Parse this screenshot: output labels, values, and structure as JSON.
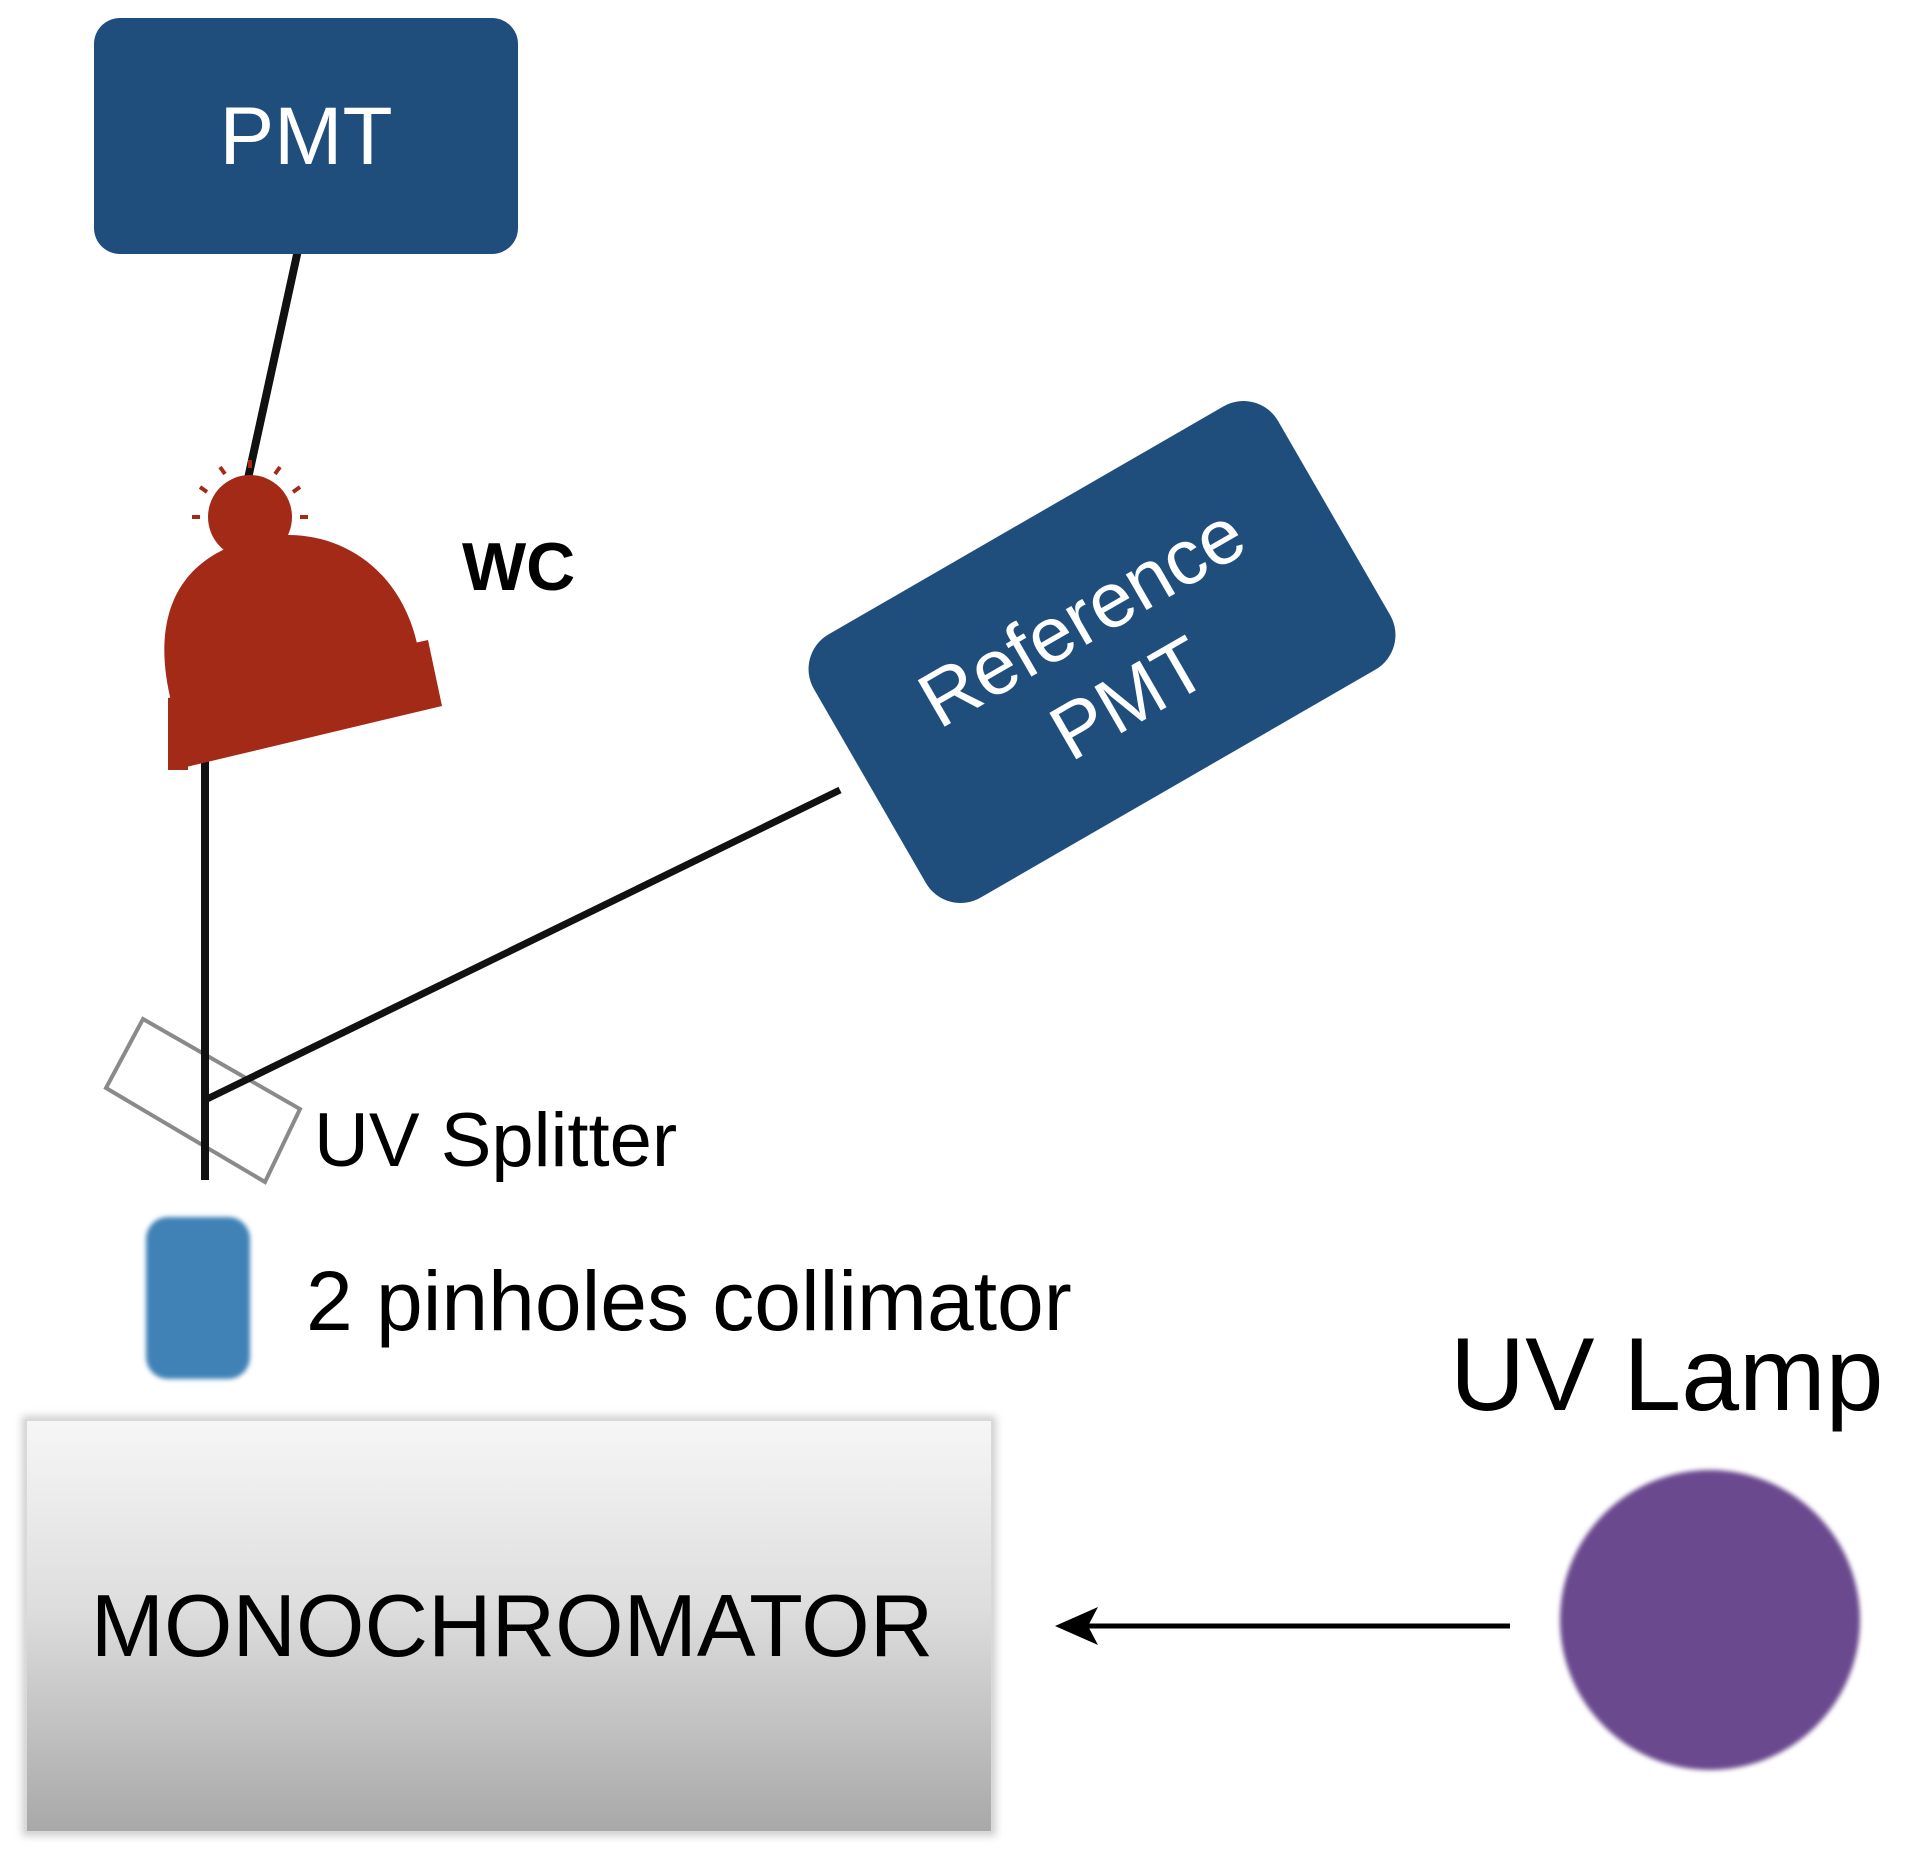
{
  "labels": {
    "pmt": "PMT",
    "reference_pmt_line1": "Reference",
    "reference_pmt_line2": "PMT",
    "wc": "WC",
    "uv_splitter": "UV Splitter",
    "collimator": "2 pinholes collimator",
    "uv_lamp": "UV Lamp",
    "monochromator": "MONOCHROMATOR"
  },
  "colors": {
    "pmt_box": "#1f4e7d",
    "reference_pmt_box": "#1f4e7d",
    "wc_hat": "#a42a18",
    "collimator": "#3f82b6",
    "uv_lamp": "#6a4a8e",
    "beam": "#111111",
    "splitter_outline": "#8a8a8a",
    "label_text": "#000000",
    "box_text": "#ffffff"
  }
}
